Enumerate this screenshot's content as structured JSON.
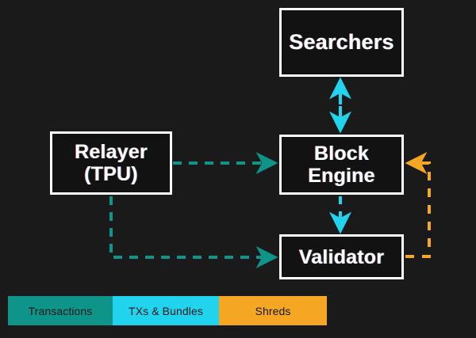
{
  "diagram": {
    "background_color": "#1a1a1a",
    "node_border_color": "#ffffff",
    "node_fill_color": "#121212",
    "node_text_color": "#ffffff",
    "nodes": [
      {
        "id": "searchers",
        "label": "Searchers"
      },
      {
        "id": "relayer",
        "label": "Relayer\n(TPU)"
      },
      {
        "id": "block-engine",
        "label": "Block\nEngine"
      },
      {
        "id": "validator",
        "label": "Validator"
      }
    ],
    "edges": [
      {
        "id": "relayer-to-block-engine",
        "from": "relayer",
        "to": "block-engine",
        "flow": "Transactions",
        "color": "#0e9488",
        "style": "dashed",
        "direction": "one-way"
      },
      {
        "id": "relayer-to-validator",
        "from": "relayer",
        "to": "validator",
        "flow": "Transactions",
        "color": "#0e9488",
        "style": "dashed",
        "direction": "one-way"
      },
      {
        "id": "searchers-block-engine",
        "from": "searchers",
        "to": "block-engine",
        "flow": "TXs & Bundles",
        "color": "#22d3ee",
        "style": "dashed",
        "direction": "two-way"
      },
      {
        "id": "block-engine-to-validator",
        "from": "block-engine",
        "to": "validator",
        "flow": "TXs & Bundles",
        "color": "#22d3ee",
        "style": "dashed",
        "direction": "one-way"
      },
      {
        "id": "validator-to-block-engine",
        "from": "validator",
        "to": "block-engine",
        "flow": "Shreds",
        "color": "#f5a623",
        "style": "dashed",
        "direction": "one-way"
      }
    ]
  },
  "legend": {
    "segments": [
      {
        "label": "Transactions",
        "color": "#0e9488"
      },
      {
        "label": "TXs & Bundles",
        "color": "#22d3ee"
      },
      {
        "label": "Shreds",
        "color": "#f5a623"
      }
    ]
  }
}
